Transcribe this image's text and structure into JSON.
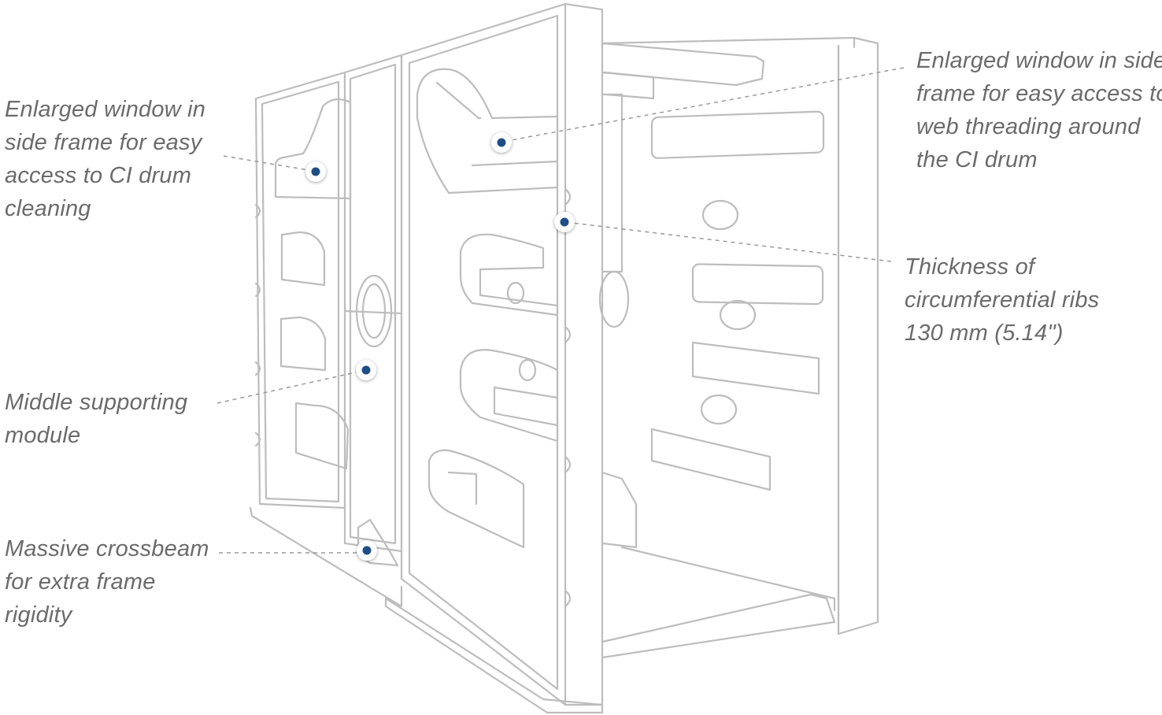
{
  "colors": {
    "marker": "#1f4e87",
    "line_art": "#bdbdbd",
    "text": "#6b6b6b"
  },
  "callouts": [
    {
      "id": "window-left",
      "lines": [
        "Enlarged window in",
        "side frame for easy",
        "access to CI drum",
        "cleaning"
      ]
    },
    {
      "id": "window-right",
      "lines": [
        "Enlarged window in side",
        "frame for easy access to",
        "web threading around",
        "the CI drum"
      ]
    },
    {
      "id": "ribs",
      "lines": [
        "Thickness of",
        "circumferential ribs",
        "130 mm (5.14\")"
      ]
    },
    {
      "id": "middle",
      "lines": [
        "Middle supporting",
        "module"
      ]
    },
    {
      "id": "crossbeam",
      "lines": [
        "Massive crossbeam",
        "for extra frame",
        "rigidity"
      ]
    }
  ]
}
